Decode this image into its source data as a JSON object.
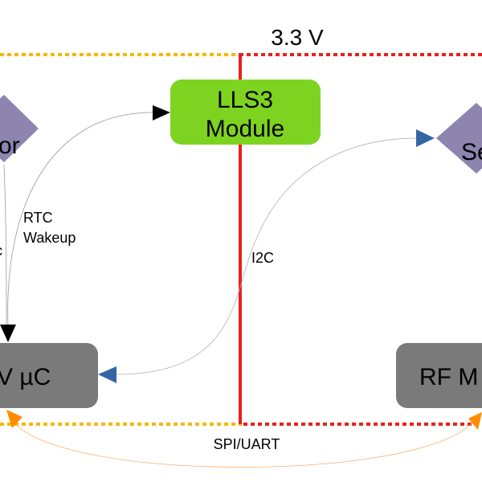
{
  "regions": {
    "right_voltage": "3.3 V"
  },
  "nodes": {
    "lls3": {
      "line1": "LLS3",
      "line2": "Module"
    },
    "left_sensor": {
      "label_fragment": "or"
    },
    "right_sensor": {
      "label_fragment": "Se"
    },
    "mcu": {
      "label_fragment": "V µC"
    },
    "rf": {
      "label_fragment": "RF M"
    }
  },
  "edges": {
    "rtc_wakeup": {
      "line1": "RTC",
      "line2": "Wakeup"
    },
    "i2c": "I2C",
    "left_fragment": "c",
    "spi_uart": "SPI/UART"
  },
  "colors": {
    "left_region_border": "#f5b800",
    "right_region_border": "#e8201e",
    "lls3_fill": "#7ed321",
    "sensor_fill": "#8e84b0",
    "block_fill": "#7a7a7a",
    "arrow_black": "#000000",
    "arrow_blue": "#3465a4",
    "arrow_orange": "#ff8c00"
  }
}
